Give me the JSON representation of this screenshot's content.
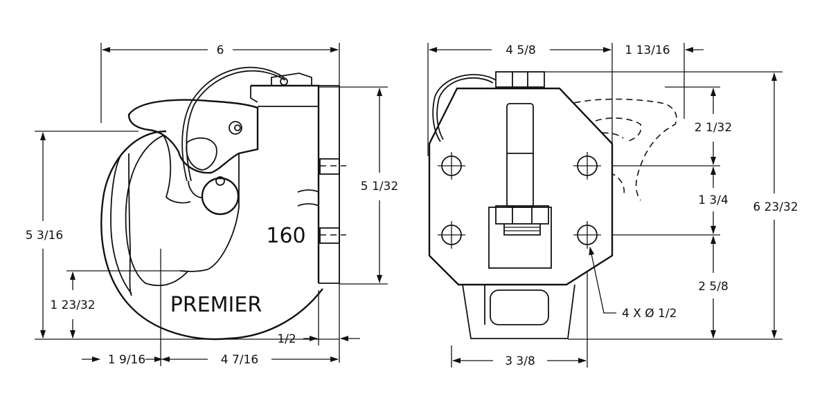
{
  "side_view": {
    "overall_width": "6",
    "height_left": "5 3/16",
    "height_lower": "1 23/32",
    "offset_left": "1 9/16",
    "width_lower": "4 7/16",
    "height_right": "5 1/32",
    "plate_thickness": "1/2",
    "model_number": "160",
    "brand": "PREMIER"
  },
  "front_view": {
    "width_top": "4 5/8",
    "offset_top_right": "1 13/16",
    "height_upper": "2 1/32",
    "hole_spacing_vertical": "1 3/4",
    "height_lower": "2 5/8",
    "overall_height": "6 23/32",
    "hole_spacing_horizontal": "3 3/8",
    "hole_callout": "4 X Ø 1/2"
  }
}
